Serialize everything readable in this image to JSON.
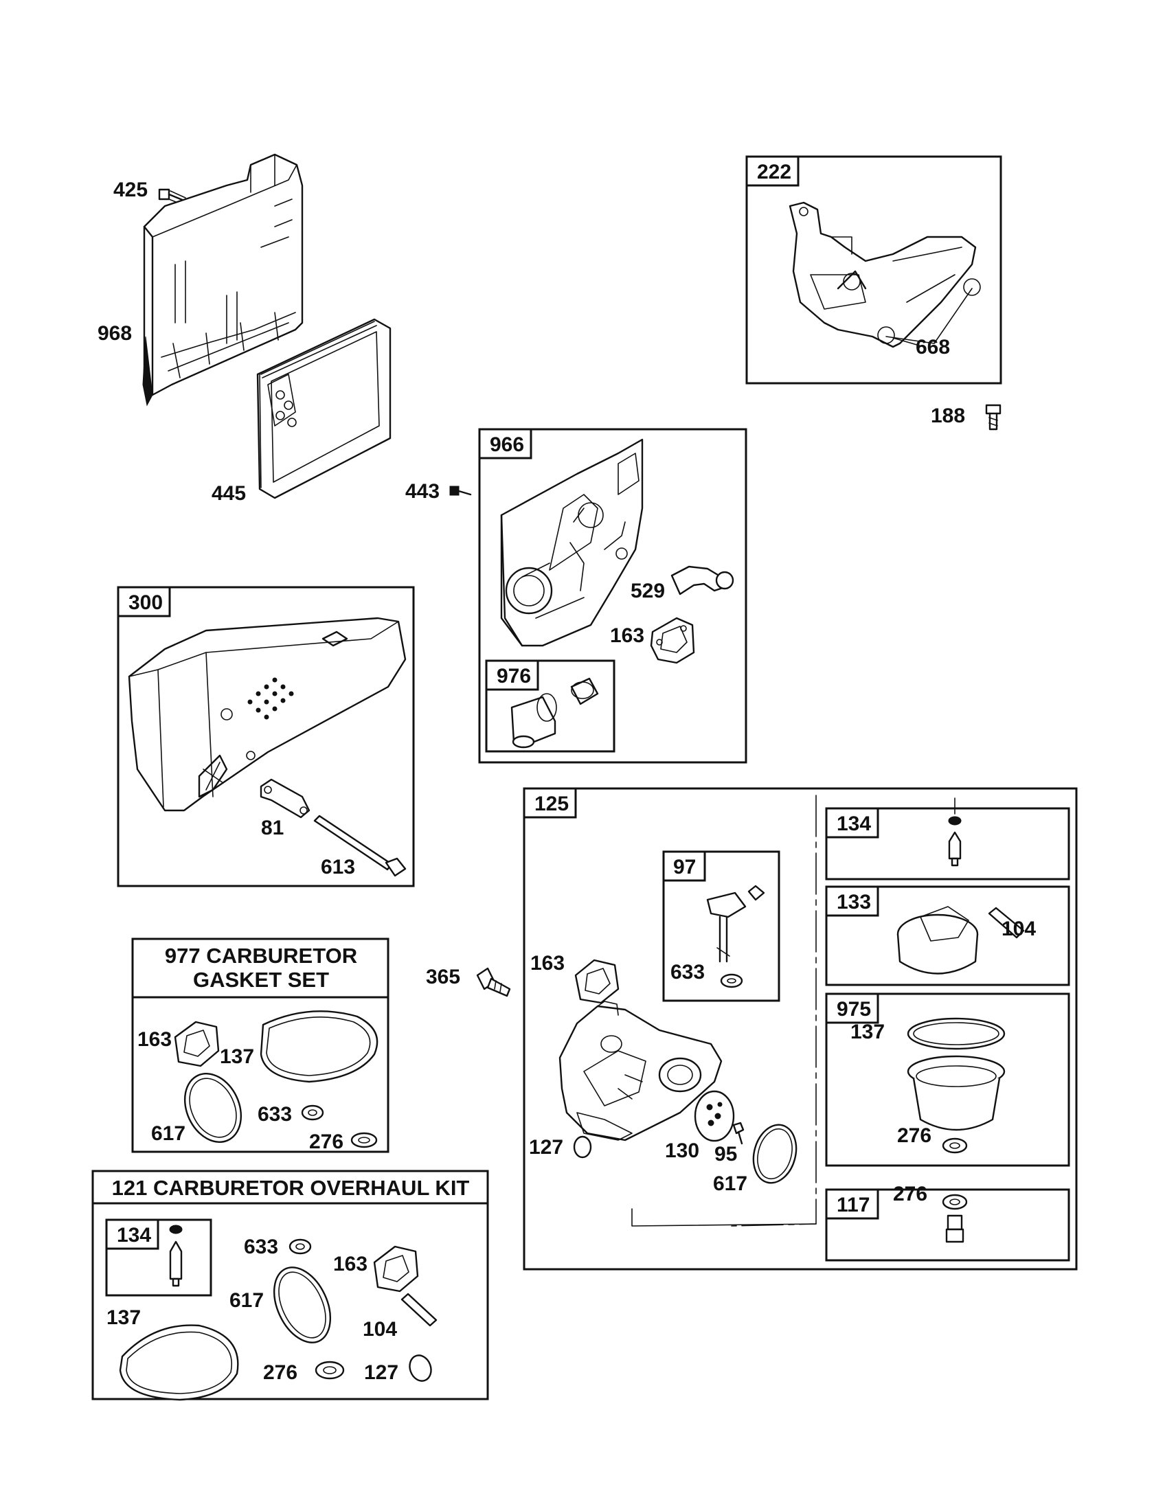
{
  "labels": {
    "p425": "425",
    "p968": "968",
    "p445": "445",
    "p443": "443",
    "p222": "222",
    "p668": "668",
    "p188": "188",
    "p966": "966",
    "p529": "529",
    "p163a": "163",
    "p976": "976",
    "p300": "300",
    "p81": "81",
    "p613": "613",
    "p125": "125",
    "p134a": "134",
    "p97": "97",
    "p633a": "633",
    "p133": "133",
    "p104a": "104",
    "p975": "975",
    "p137a": "137",
    "p276a": "276",
    "p365": "365",
    "p163b": "163",
    "p127a": "127",
    "p130": "130",
    "p95": "95",
    "p617a": "617",
    "p117": "117",
    "p276b": "276",
    "p163c": "163",
    "p137b": "137",
    "p617b": "617",
    "p633b": "633",
    "p276c": "276",
    "p134b": "134",
    "p633c": "633",
    "p163d": "163",
    "p617c": "617",
    "p137c": "137",
    "p104b": "104",
    "p276d": "276",
    "p127b": "127"
  },
  "kits": {
    "gasket_set_line1": "977 CARBURETOR",
    "gasket_set_line2": "GASKET SET",
    "overhaul_kit": "121 CARBURETOR OVERHAUL KIT"
  }
}
